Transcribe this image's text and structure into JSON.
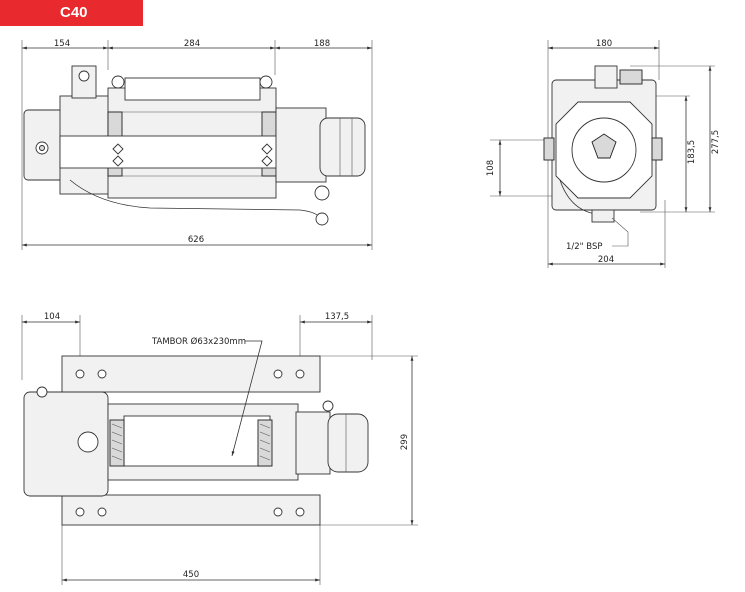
{
  "header": {
    "model": "C40",
    "badge_color": "#e8292d"
  },
  "side_view": {
    "dim_left": "154",
    "dim_mid": "284",
    "dim_right": "188",
    "dim_total": "626"
  },
  "front_view": {
    "dim_top": "180",
    "dim_height_a": "277,5",
    "dim_height_b": "183,5",
    "dim_left_height": "108",
    "dim_bottom": "204",
    "port_label": "1/2\" BSP"
  },
  "top_view": {
    "dim_left": "104",
    "dim_right": "137,5",
    "dim_height": "299",
    "dim_bottom": "450",
    "drum_label": "TAMBOR Ø63x230mm"
  }
}
